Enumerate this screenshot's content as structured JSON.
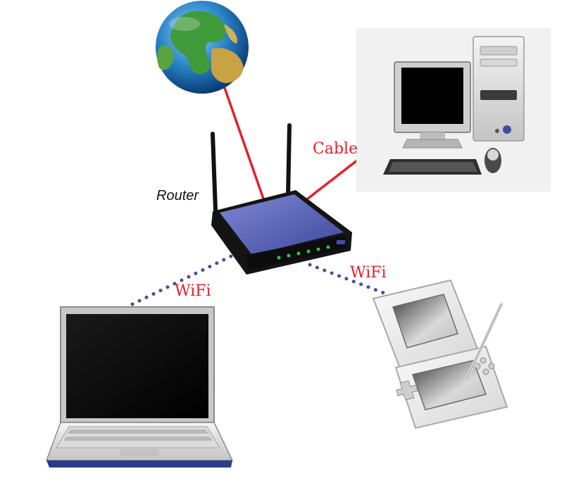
{
  "labels": {
    "router": "Router",
    "cable": "Cable",
    "wifi_left": "WiFi",
    "wifi_right": "WiFi"
  },
  "colors": {
    "cable_line": "#e3202a",
    "wifi_dots": "#4a4f9a",
    "label_red": "#e3202a",
    "router_body": "#5a64b8",
    "router_base": "#111111"
  },
  "icons": {
    "globe": "globe-icon",
    "desktop": "desktop-computer-icon",
    "router": "wireless-router-icon",
    "laptop": "laptop-icon",
    "handheld": "handheld-console-icon"
  }
}
